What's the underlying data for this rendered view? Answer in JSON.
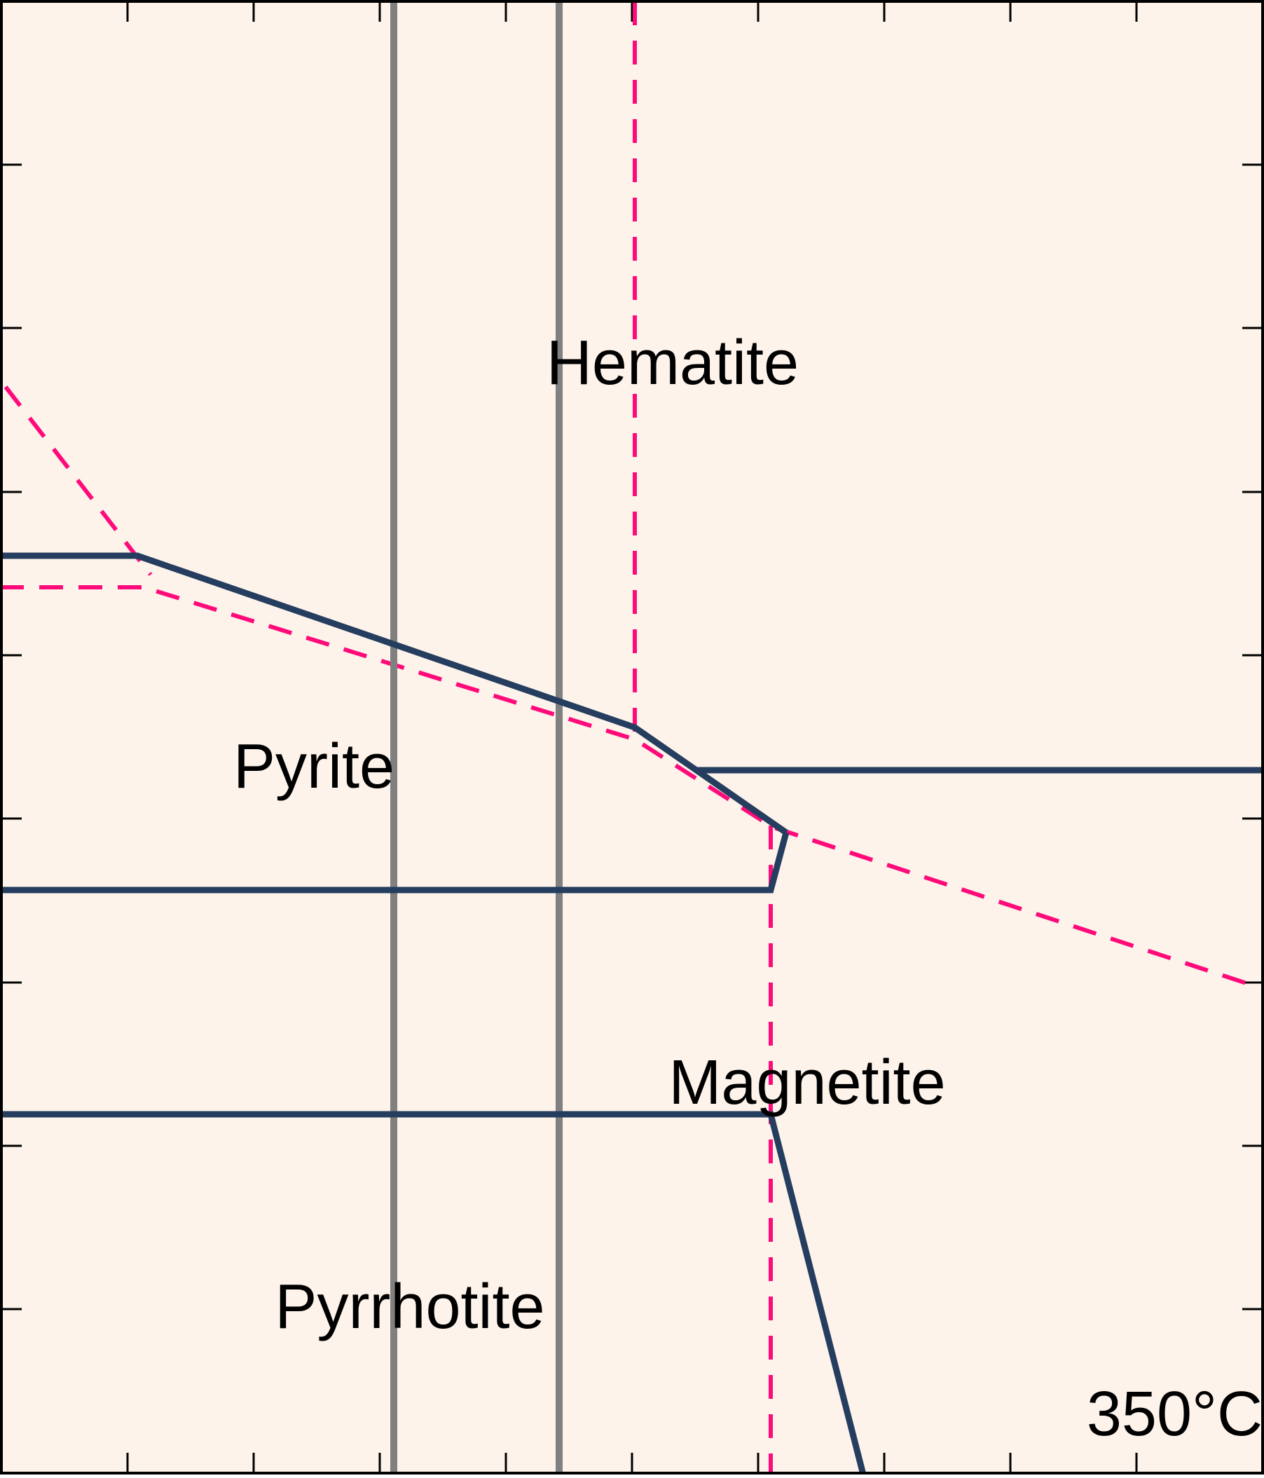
{
  "diagram": {
    "annotation": "350°C",
    "fields": [
      {
        "name": "hematite",
        "label": "Hematite"
      },
      {
        "name": "pyrite",
        "label": "Pyrite"
      },
      {
        "name": "magnetite",
        "label": "Magnetite"
      },
      {
        "name": "pyrrhotite",
        "label": "Pyrrhotite"
      }
    ]
  },
  "colors": {
    "background": "#fdf3ea",
    "phase_boundary": "#253d5e",
    "dashed_boundary": "#ff0a7a",
    "vertical_marker": "#808080",
    "frame": "#000000"
  }
}
